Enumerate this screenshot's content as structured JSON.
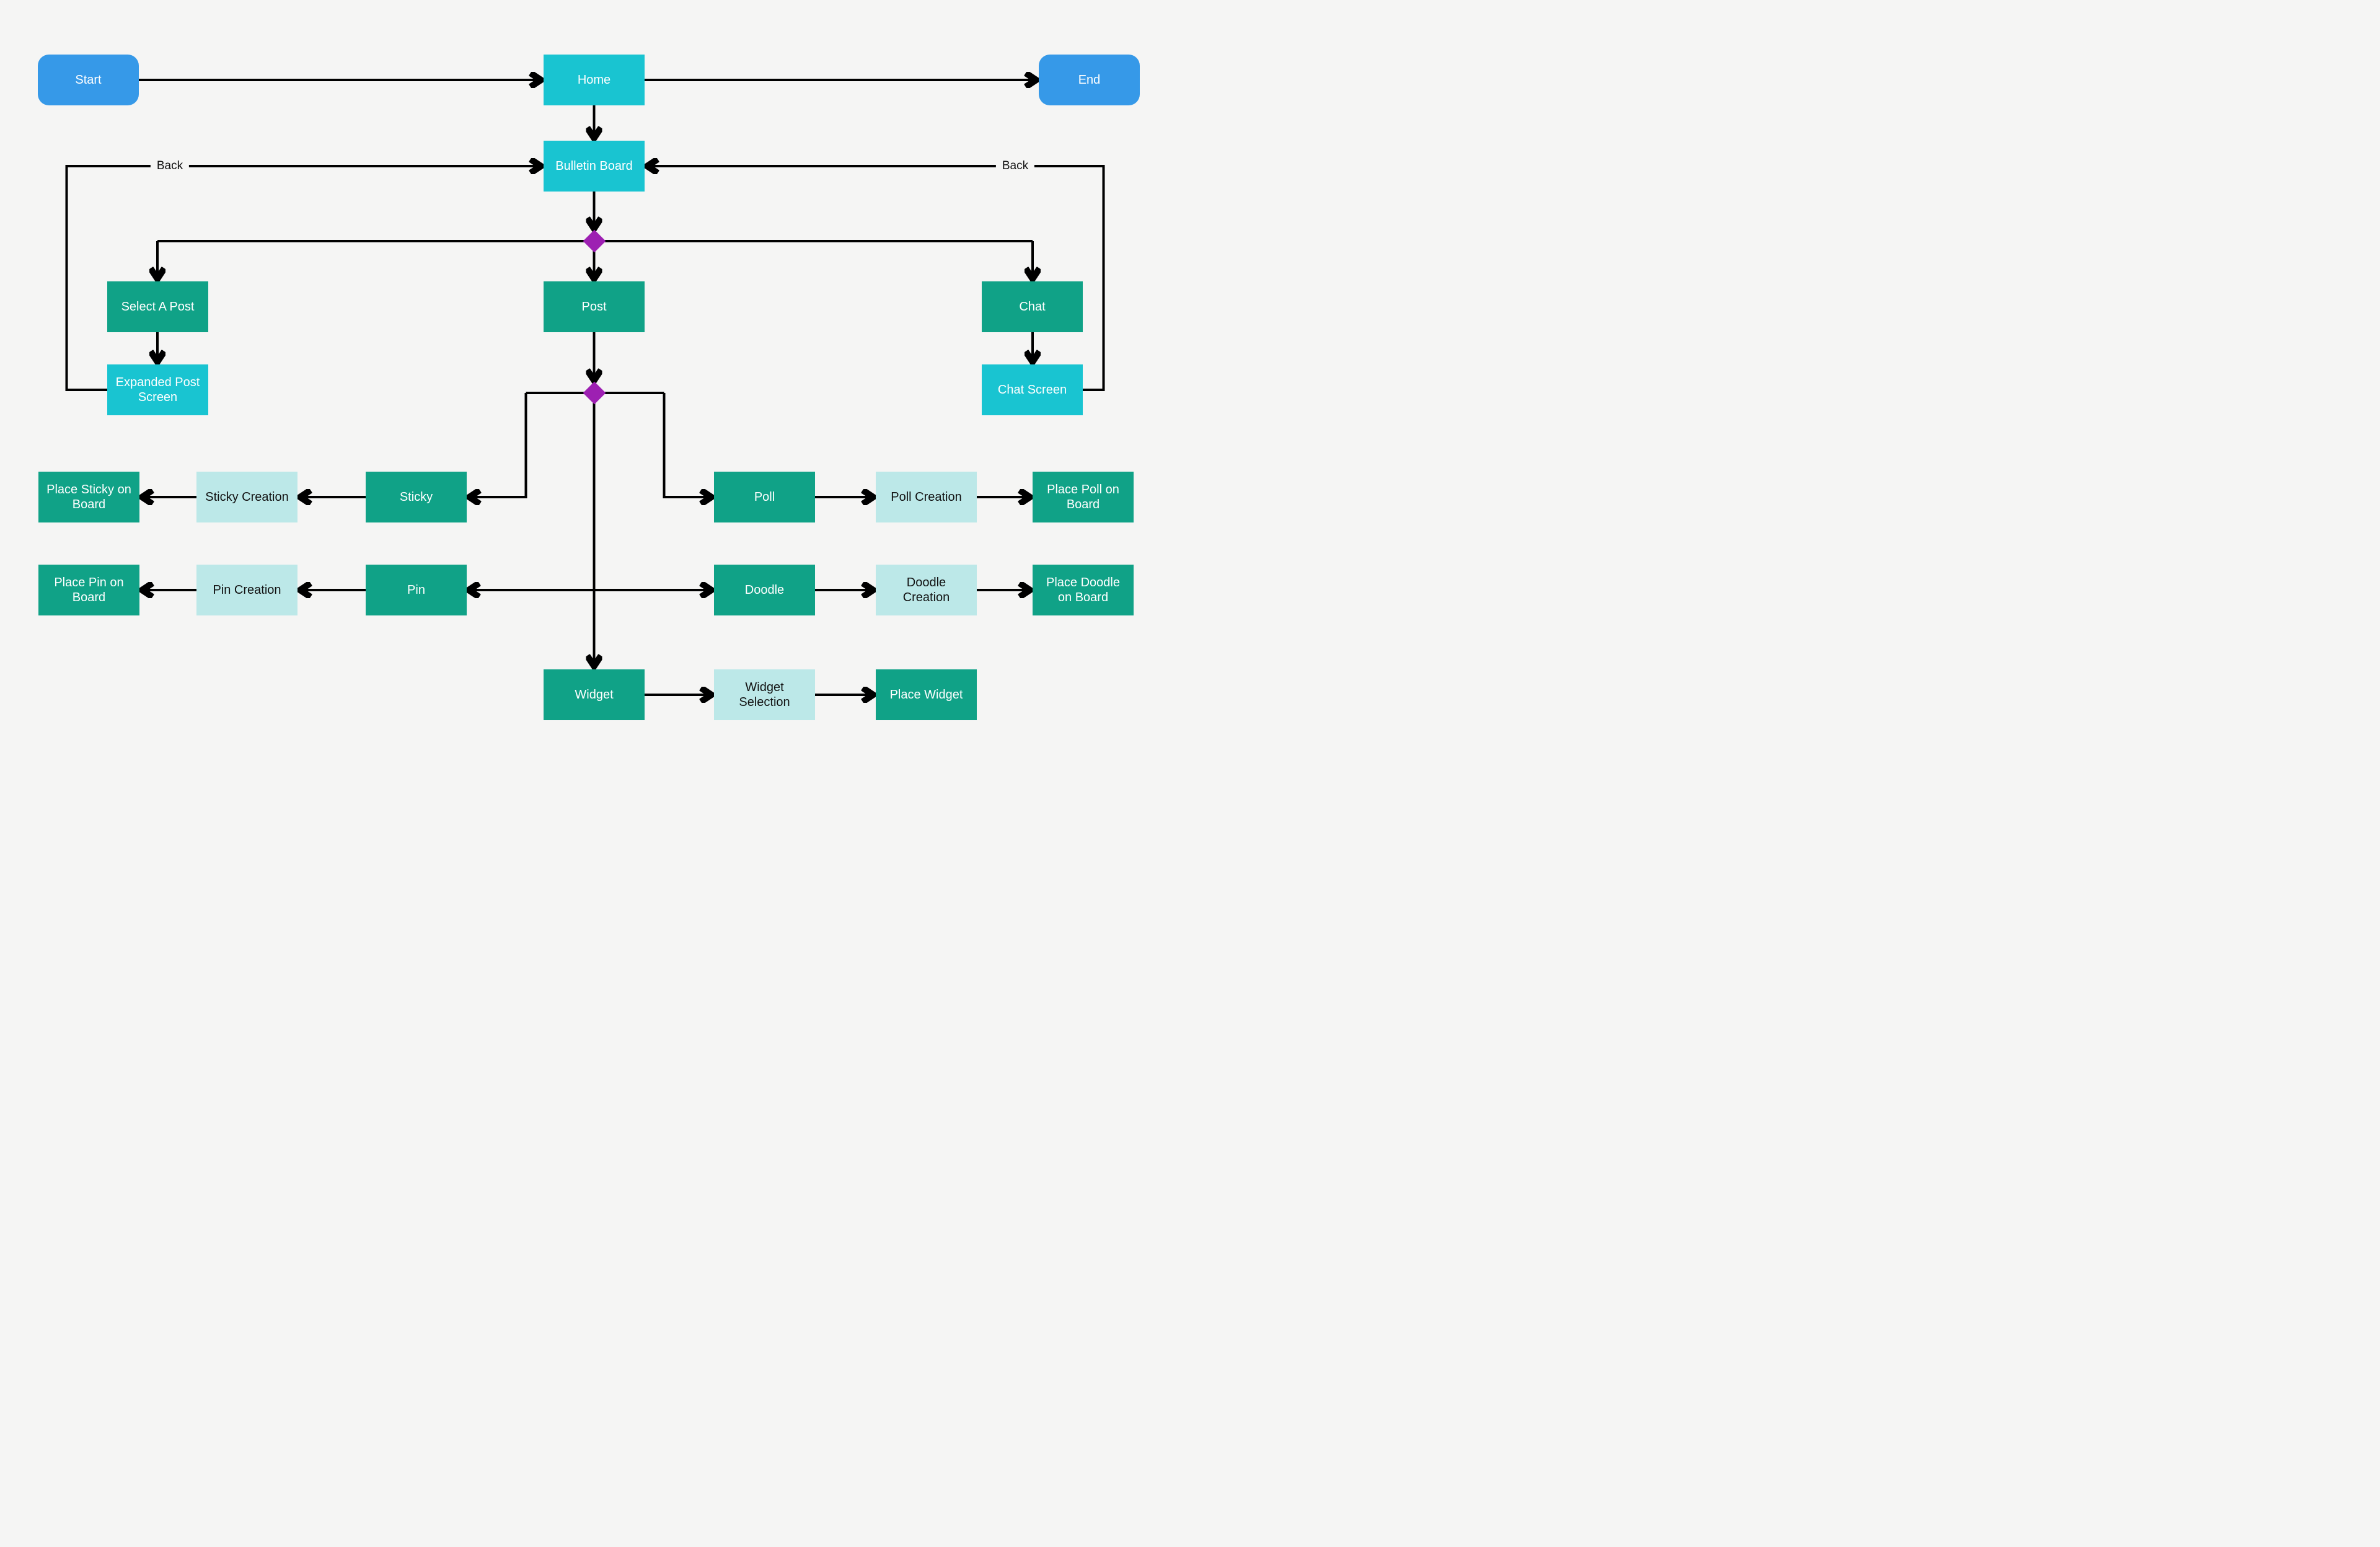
{
  "colors": {
    "background": "#f5f5f4",
    "line": "#000000",
    "terminal": "#3699e8",
    "screen": "#19c4d1",
    "action": "#10a287",
    "creation": "#bce8e8",
    "decision": "#9d20b2",
    "text_light": "#ffffff",
    "text_dark": "#111111"
  },
  "labels": {
    "back_left": "Back",
    "back_right": "Back"
  },
  "nodes": [
    {
      "id": "start",
      "label": "Start",
      "type": "terminal"
    },
    {
      "id": "home",
      "label": "Home",
      "type": "screen"
    },
    {
      "id": "end",
      "label": "End",
      "type": "terminal"
    },
    {
      "id": "bulletin-board",
      "label": "Bulletin Board",
      "type": "screen"
    },
    {
      "id": "decision-1",
      "label": "",
      "type": "decision"
    },
    {
      "id": "select-a-post",
      "label": "Select A Post",
      "type": "action"
    },
    {
      "id": "post",
      "label": "Post",
      "type": "action"
    },
    {
      "id": "chat",
      "label": "Chat",
      "type": "action"
    },
    {
      "id": "expanded-post-screen",
      "label": "Expanded Post\nScreen",
      "type": "screen"
    },
    {
      "id": "chat-screen",
      "label": "Chat Screen",
      "type": "screen"
    },
    {
      "id": "decision-2",
      "label": "",
      "type": "decision"
    },
    {
      "id": "place-sticky-on-board",
      "label": "Place Sticky on\nBoard",
      "type": "action"
    },
    {
      "id": "sticky-creation",
      "label": "Sticky Creation",
      "type": "creation"
    },
    {
      "id": "sticky",
      "label": "Sticky",
      "type": "action"
    },
    {
      "id": "poll",
      "label": "Poll",
      "type": "action"
    },
    {
      "id": "poll-creation",
      "label": "Poll Creation",
      "type": "creation"
    },
    {
      "id": "place-poll-on-board",
      "label": "Place Poll on\nBoard",
      "type": "action"
    },
    {
      "id": "place-pin-on-board",
      "label": "Place Pin on\nBoard",
      "type": "action"
    },
    {
      "id": "pin-creation",
      "label": "Pin Creation",
      "type": "creation"
    },
    {
      "id": "pin",
      "label": "Pin",
      "type": "action"
    },
    {
      "id": "doodle",
      "label": "Doodle",
      "type": "action"
    },
    {
      "id": "doodle-creation",
      "label": "Doodle\nCreation",
      "type": "creation"
    },
    {
      "id": "place-doodle-on-board",
      "label": "Place Doodle\non Board",
      "type": "action"
    },
    {
      "id": "widget",
      "label": "Widget",
      "type": "action"
    },
    {
      "id": "widget-selection",
      "label": "Widget\nSelection",
      "type": "creation"
    },
    {
      "id": "place-widget",
      "label": "Place Widget",
      "type": "action"
    }
  ],
  "edges": [
    {
      "from": "start",
      "to": "home",
      "label": ""
    },
    {
      "from": "home",
      "to": "end",
      "label": ""
    },
    {
      "from": "home",
      "to": "bulletin-board",
      "label": ""
    },
    {
      "from": "bulletin-board",
      "to": "decision-1",
      "label": ""
    },
    {
      "from": "decision-1",
      "to": "select-a-post",
      "label": ""
    },
    {
      "from": "decision-1",
      "to": "post",
      "label": ""
    },
    {
      "from": "decision-1",
      "to": "chat",
      "label": ""
    },
    {
      "from": "select-a-post",
      "to": "expanded-post-screen",
      "label": ""
    },
    {
      "from": "expanded-post-screen",
      "to": "bulletin-board",
      "label": "Back"
    },
    {
      "from": "chat",
      "to": "chat-screen",
      "label": ""
    },
    {
      "from": "chat-screen",
      "to": "bulletin-board",
      "label": "Back"
    },
    {
      "from": "post",
      "to": "decision-2",
      "label": ""
    },
    {
      "from": "decision-2",
      "to": "sticky",
      "label": ""
    },
    {
      "from": "decision-2",
      "to": "poll",
      "label": ""
    },
    {
      "from": "decision-2",
      "to": "pin",
      "label": ""
    },
    {
      "from": "decision-2",
      "to": "doodle",
      "label": ""
    },
    {
      "from": "decision-2",
      "to": "widget",
      "label": ""
    },
    {
      "from": "sticky",
      "to": "sticky-creation",
      "label": ""
    },
    {
      "from": "sticky-creation",
      "to": "place-sticky-on-board",
      "label": ""
    },
    {
      "from": "poll",
      "to": "poll-creation",
      "label": ""
    },
    {
      "from": "poll-creation",
      "to": "place-poll-on-board",
      "label": ""
    },
    {
      "from": "pin",
      "to": "pin-creation",
      "label": ""
    },
    {
      "from": "pin-creation",
      "to": "place-pin-on-board",
      "label": ""
    },
    {
      "from": "doodle",
      "to": "doodle-creation",
      "label": ""
    },
    {
      "from": "doodle-creation",
      "to": "place-doodle-on-board",
      "label": ""
    },
    {
      "from": "widget",
      "to": "widget-selection",
      "label": ""
    },
    {
      "from": "widget-selection",
      "to": "place-widget",
      "label": ""
    }
  ]
}
